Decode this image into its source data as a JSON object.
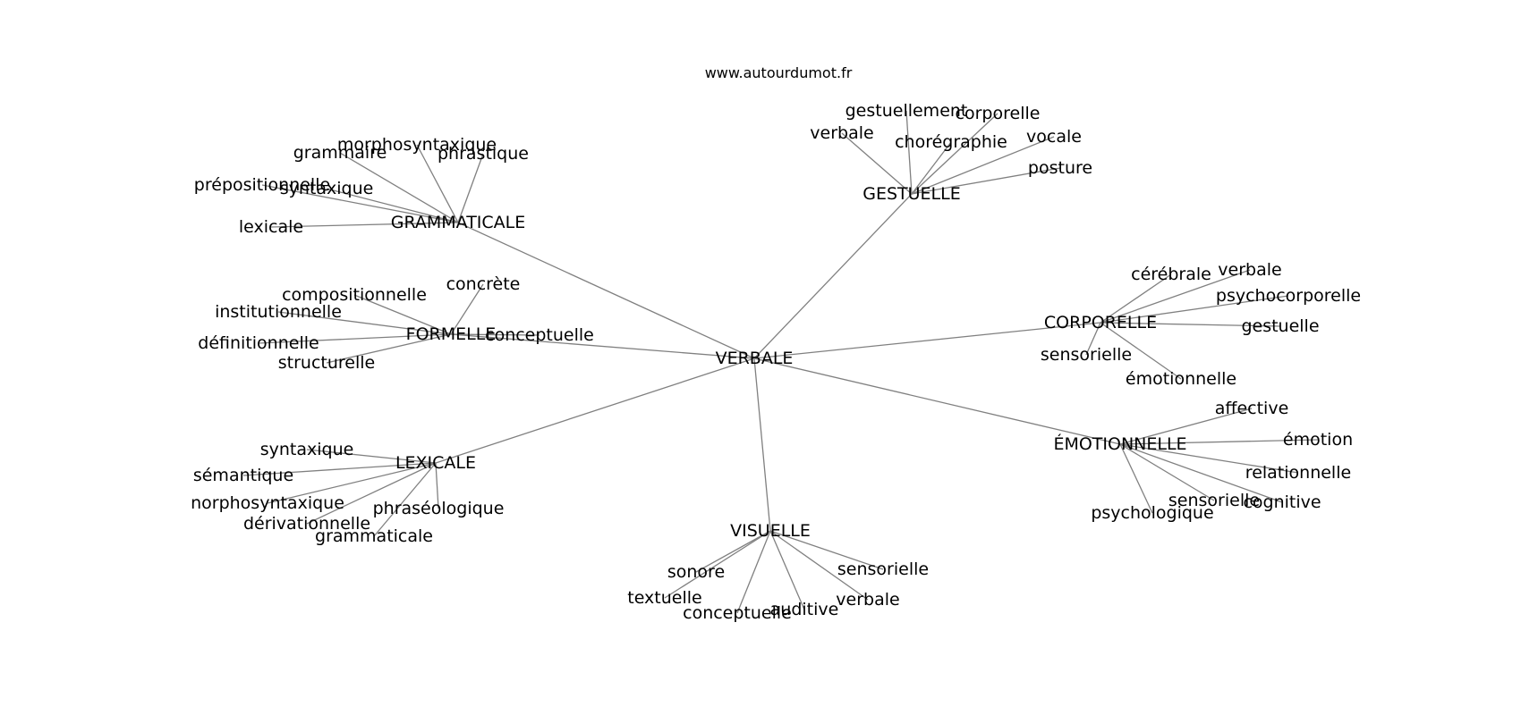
{
  "site": "www.autourdumot.fr",
  "center": {
    "id": "verbale",
    "label": "VERBALE"
  },
  "hubs": [
    {
      "id": "grammaticale",
      "label": "GRAMMATICALE",
      "leaves": [
        "grammaire",
        "morphosyntaxique",
        "phrastique",
        "prépositionnelle",
        "syntaxique",
        "lexicale"
      ]
    },
    {
      "id": "gestuelle",
      "label": "GESTUELLE",
      "leaves": [
        "verbale",
        "gestuellement",
        "corporelle",
        "chorégraphie",
        "vocale",
        "posture"
      ]
    },
    {
      "id": "corporelle",
      "label": "CORPORELLE",
      "leaves": [
        "cérébrale",
        "verbale",
        "psychocorporelle",
        "gestuelle",
        "sensorielle",
        "émotionnelle"
      ]
    },
    {
      "id": "formelle",
      "label": "FORMELLE",
      "leaves": [
        "compositionnelle",
        "concrète",
        "institutionnelle",
        "définitionnelle",
        "structurelle",
        "conceptuelle"
      ]
    },
    {
      "id": "lexicale",
      "label": "LEXICALE",
      "leaves": [
        "syntaxique",
        "sémantique",
        "norphosyntaxique",
        "dérivationnelle",
        "grammaticale",
        "phraséologique"
      ]
    },
    {
      "id": "emotionnelle",
      "label": "ÉMOTIONNELLE",
      "leaves": [
        "affective",
        "émotion",
        "relationnelle",
        "sensorielle",
        "cognitive",
        "psychologique"
      ]
    },
    {
      "id": "visuelle",
      "label": "VISUELLE",
      "leaves": [
        "sonore",
        "textuelle",
        "conceptuelle",
        "auditive",
        "verbale",
        "sensorielle"
      ]
    }
  ]
}
